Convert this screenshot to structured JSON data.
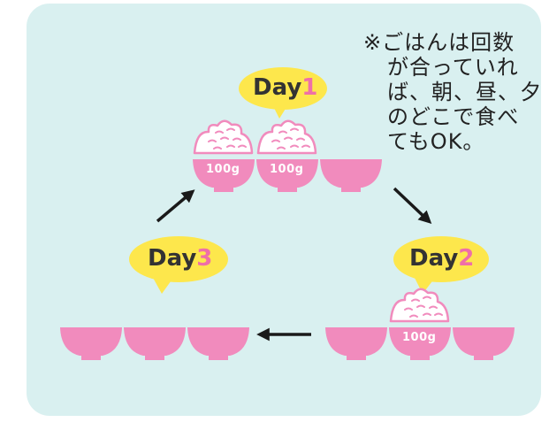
{
  "note": {
    "lines": [
      "※ごはんは回数",
      "が合っていれ",
      "ば、朝、昼、夕",
      "のどこで食べ",
      "てもOK。"
    ]
  },
  "days": [
    {
      "prefix": "Day",
      "number": "1"
    },
    {
      "prefix": "Day",
      "number": "2"
    },
    {
      "prefix": "Day",
      "number": "3"
    }
  ],
  "rice_label": "100g",
  "bowls": {
    "day1": [
      {
        "rice": true
      },
      {
        "rice": true
      },
      {
        "rice": false
      }
    ],
    "day2": [
      {
        "rice": false
      },
      {
        "rice": true
      },
      {
        "rice": false
      }
    ],
    "day3": [
      {
        "rice": false
      },
      {
        "rice": false
      },
      {
        "rice": false
      }
    ]
  },
  "colors": {
    "panel": "#d9f0f0",
    "bowl": "#f18bbd",
    "bubble": "#fde74c",
    "accent": "#ef6fa8",
    "arrow": "#1a1a1a"
  }
}
